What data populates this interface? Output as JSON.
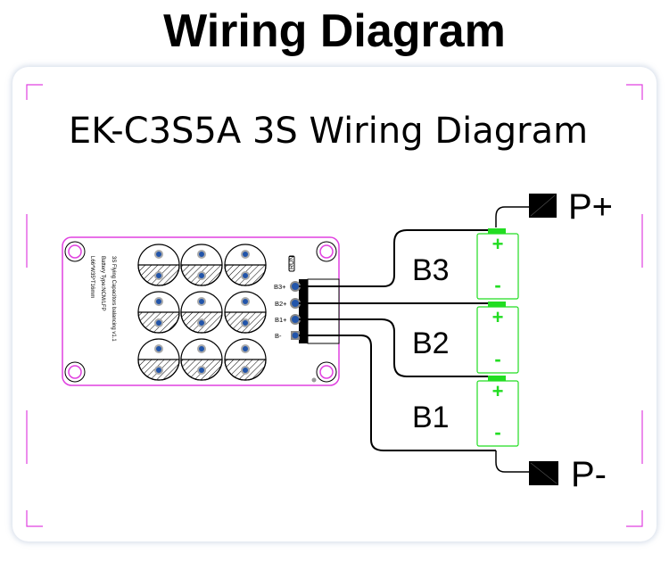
{
  "title": "Wiring Diagram",
  "subtitle": "EK-C3S5A  3S Wiring Diagram",
  "board": {
    "silkscreen": [
      "3S Flying Capacitors balancing v1.1",
      "Battery Type:NCM/LFP",
      "L66*W35*T16mm"
    ],
    "run_label": "RUN",
    "pins": [
      "B3+",
      "B2+",
      "B1+",
      "B-"
    ]
  },
  "cells": [
    {
      "label": "B3",
      "plus": "+",
      "minus": "-"
    },
    {
      "label": "B2",
      "plus": "+",
      "minus": "-"
    },
    {
      "label": "B1",
      "plus": "+",
      "minus": "-"
    }
  ],
  "terminals": {
    "positive": "P+",
    "negative": "P-"
  },
  "colors": {
    "frame": "#e040e0",
    "cell": "#22dd22",
    "wire": "#000000"
  }
}
